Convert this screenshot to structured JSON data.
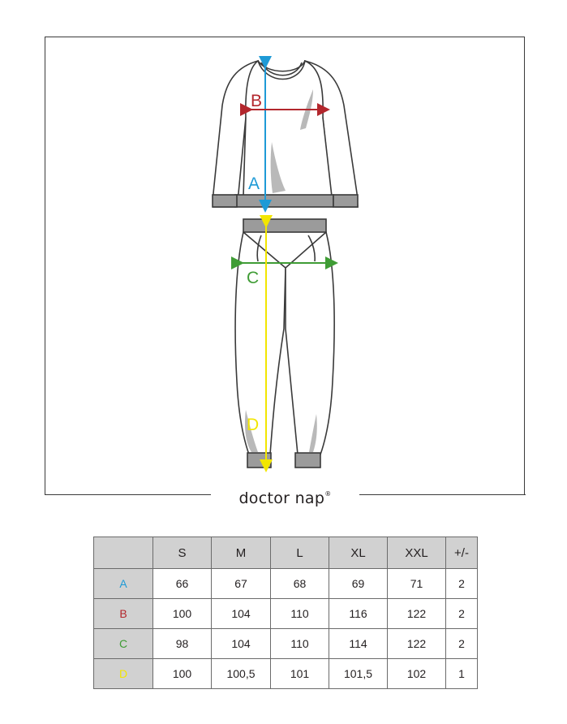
{
  "brand": {
    "name": "doctor nap",
    "mark": "®"
  },
  "diagram": {
    "labels": [
      {
        "key": "A",
        "color": "#1e9ad6"
      },
      {
        "key": "B",
        "color": "#b3272d"
      },
      {
        "key": "C",
        "color": "#3f9c35"
      },
      {
        "key": "D",
        "color": "#f2e600"
      }
    ]
  },
  "table": {
    "headers": [
      "",
      "S",
      "M",
      "L",
      "XL",
      "XXL",
      "+/-"
    ],
    "rows": [
      {
        "label": "A",
        "color": "#1e9ad6",
        "values": [
          "66",
          "67",
          "68",
          "69",
          "71",
          "2"
        ]
      },
      {
        "label": "B",
        "color": "#b3272d",
        "values": [
          "100",
          "104",
          "110",
          "116",
          "122",
          "2"
        ]
      },
      {
        "label": "C",
        "color": "#3f9c35",
        "values": [
          "98",
          "104",
          "110",
          "114",
          "122",
          "2"
        ]
      },
      {
        "label": "D",
        "color": "#f2e600",
        "values": [
          "100",
          "100,5",
          "101",
          "101,5",
          "102",
          "1"
        ]
      }
    ]
  }
}
